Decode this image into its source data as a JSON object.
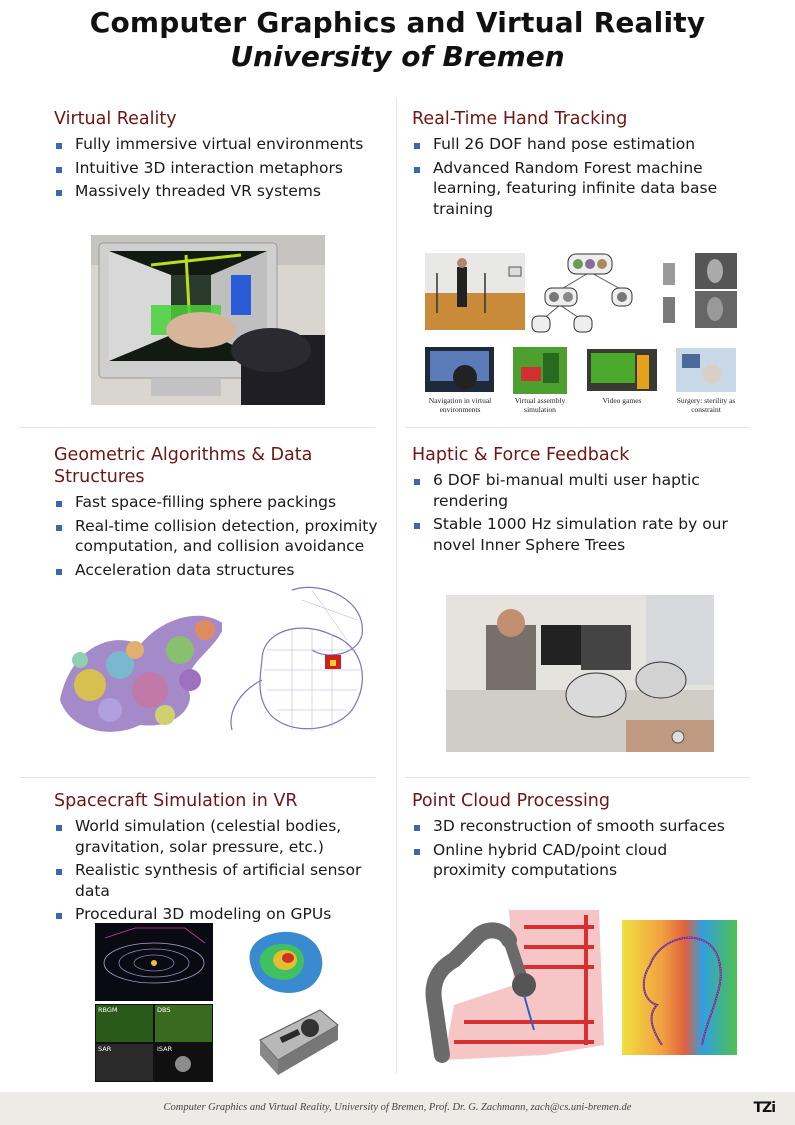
{
  "header": {
    "title": "Computer Graphics and Virtual Reality",
    "subtitle": "University of Bremen"
  },
  "sections": {
    "vr": {
      "title": "Virtual Reality",
      "bullets": [
        "Fully immersive virtual environments",
        "Intuitive 3D interaction metaphors",
        "Massively threaded VR systems"
      ]
    },
    "hand": {
      "title": "Real-Time Hand Tracking",
      "bullets": [
        "Full 26 DOF hand pose estimation",
        "Advanced Random Forest machine learning, featuring infinite data base training"
      ],
      "captions": [
        "Navigation in virtual environments",
        "Virtual assembly simulation",
        "Video games",
        "Surgery: sterility as constraint"
      ]
    },
    "geo": {
      "title": "Geometric Algorithms & Data Structures",
      "bullets": [
        "Fast space-filling sphere packings",
        "Real-time collision detection, proximity computation, and collision avoidance",
        "Acceleration data structures"
      ]
    },
    "haptic": {
      "title": "Haptic & Force Feedback",
      "bullets": [
        "6 DOF bi-manual multi user haptic rendering",
        "Stable 1000 Hz simulation rate by our novel Inner Sphere Trees"
      ]
    },
    "space": {
      "title": "Spacecraft Simulation in VR",
      "bullets": [
        "World simulation (celestial bodies, gravitation, solar pressure, etc.)",
        "Realistic synthesis of artificial sensor data",
        "Procedural 3D modeling on GPUs"
      ],
      "panel_labels": [
        "RBGM",
        "DBS",
        "SAR",
        "ISAR"
      ]
    },
    "cloud": {
      "title": "Point Cloud Processing",
      "bullets": [
        "3D reconstruction of smooth surfaces",
        "Online hybrid CAD/point cloud proximity computations"
      ]
    }
  },
  "footer": {
    "text": "Computer Graphics and Virtual Reality, University of Bremen, Prof. Dr. G. Zachmann, zach@cs.uni-bremen.de",
    "logo": "TZi"
  },
  "colors": {
    "section_title": "#6e1515",
    "bullet": "#3d68b0",
    "footer_bg": "#ecebe6"
  }
}
